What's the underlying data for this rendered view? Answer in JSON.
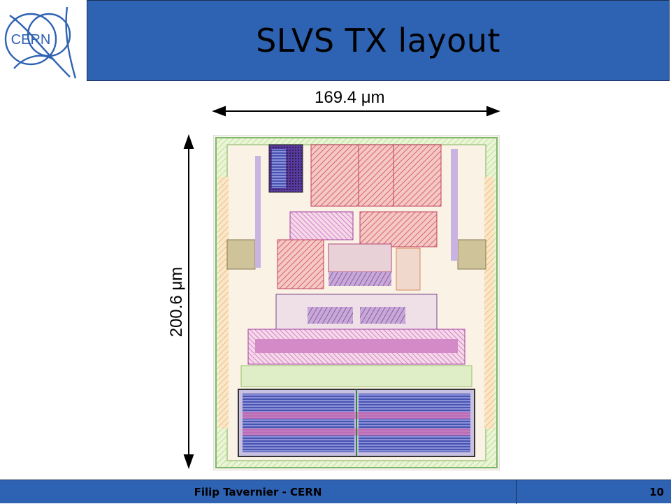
{
  "slide": {
    "title": "SLVS TX layout",
    "logo_text": "CERN",
    "width_label": "169.4 μm",
    "height_label": "200.6 μm",
    "footer_author": "Filip Tavernier - CERN",
    "page_number": "10"
  },
  "colors": {
    "title_bg": "#2e62b3",
    "logo_blue": "#2e62b3"
  }
}
